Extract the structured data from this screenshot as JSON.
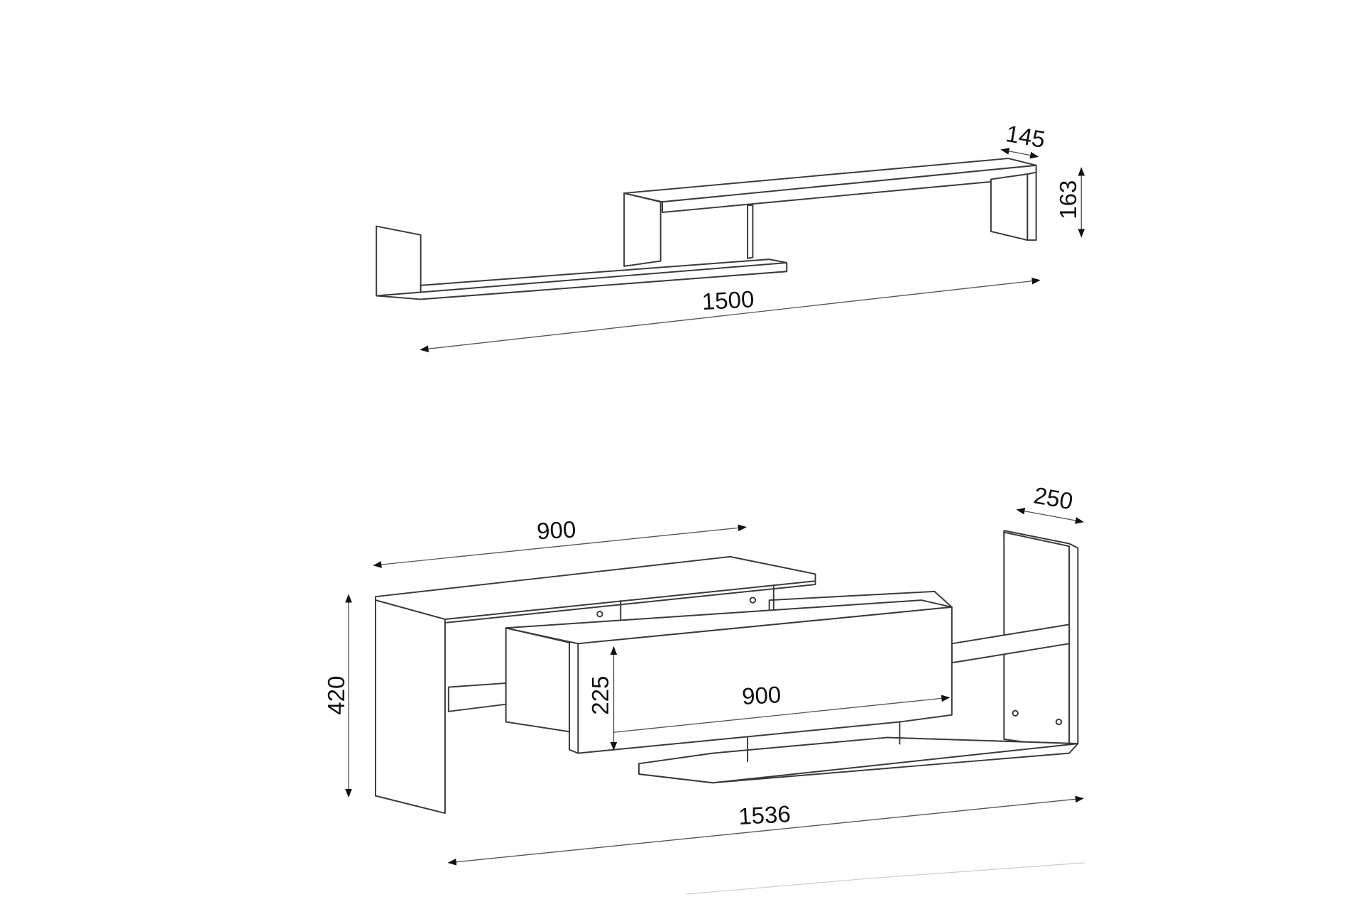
{
  "wall_shelf": {
    "depth_label": "145",
    "height_label": "163",
    "width_label": "1500"
  },
  "tv_unit": {
    "top_width_label": "900",
    "depth_label": "250",
    "height_label": "420",
    "drawer_height_label": "225",
    "drawer_width_label": "900",
    "total_width_label": "1536"
  }
}
